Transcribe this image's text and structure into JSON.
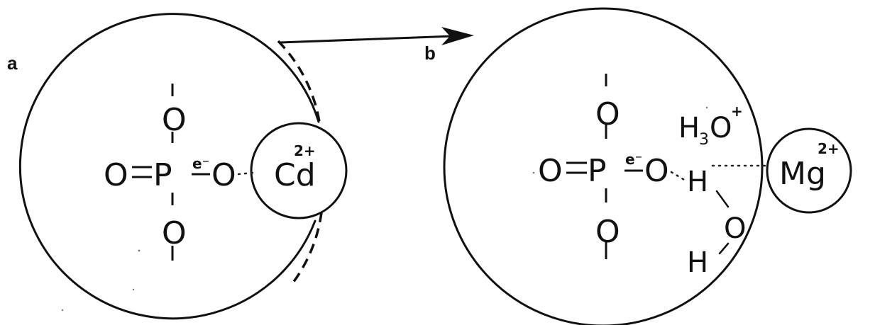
{
  "panels": {
    "a": {
      "label": "a",
      "phosphate": {
        "top_oxygen": "O",
        "left_oxygen": "O",
        "phosphorus": "P",
        "bridging_oxygen": "O",
        "bottom_oxygen": "O",
        "electron": "e⁻"
      },
      "ion": {
        "symbol": "Cd",
        "charge": "2+"
      }
    },
    "b": {
      "label": "b",
      "phosphate": {
        "top_oxygen": "O",
        "left_oxygen": "O",
        "phosphorus": "P",
        "bridging_oxygen": "O",
        "bottom_oxygen": "O",
        "electron": "e⁻"
      },
      "hydronium": {
        "h": "H",
        "subscript": "3",
        "o": "O",
        "charge": "+"
      },
      "water": {
        "h_top": "H",
        "o": "O",
        "h_bottom": "H"
      },
      "ion": {
        "symbol": "Mg",
        "charge": "2+"
      }
    }
  },
  "colors": {
    "ink": "#111111",
    "background": "#ffffff"
  }
}
